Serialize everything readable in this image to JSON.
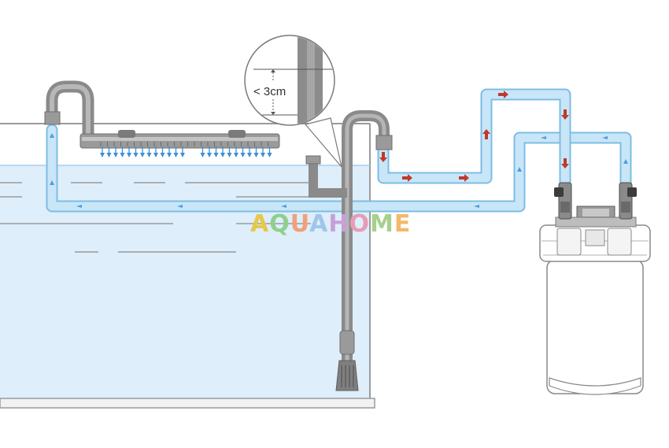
{
  "diagram": {
    "callout_label": "< 3cm",
    "watermark": "AQUAHOME"
  },
  "colors": {
    "water_tube": "#bfe0f6",
    "water_tube_edge": "#7dbde3",
    "tank_water": "#deeefa",
    "pipe_grey": "#8a8a8a",
    "pipe_grey_light": "#b5b5b5",
    "flow_red": "#c0392b",
    "flow_blue": "#3a8fd8",
    "watermark_letters": [
      "#e6c84a",
      "#8fcf8f",
      "#f2a07a",
      "#9fc6ea",
      "#c7a0d8",
      "#e79db5",
      "#a8d08d",
      "#f4b86a"
    ]
  },
  "icons": [
    "water-drop-arrow",
    "red-flow-arrow",
    "valve-icon"
  ]
}
